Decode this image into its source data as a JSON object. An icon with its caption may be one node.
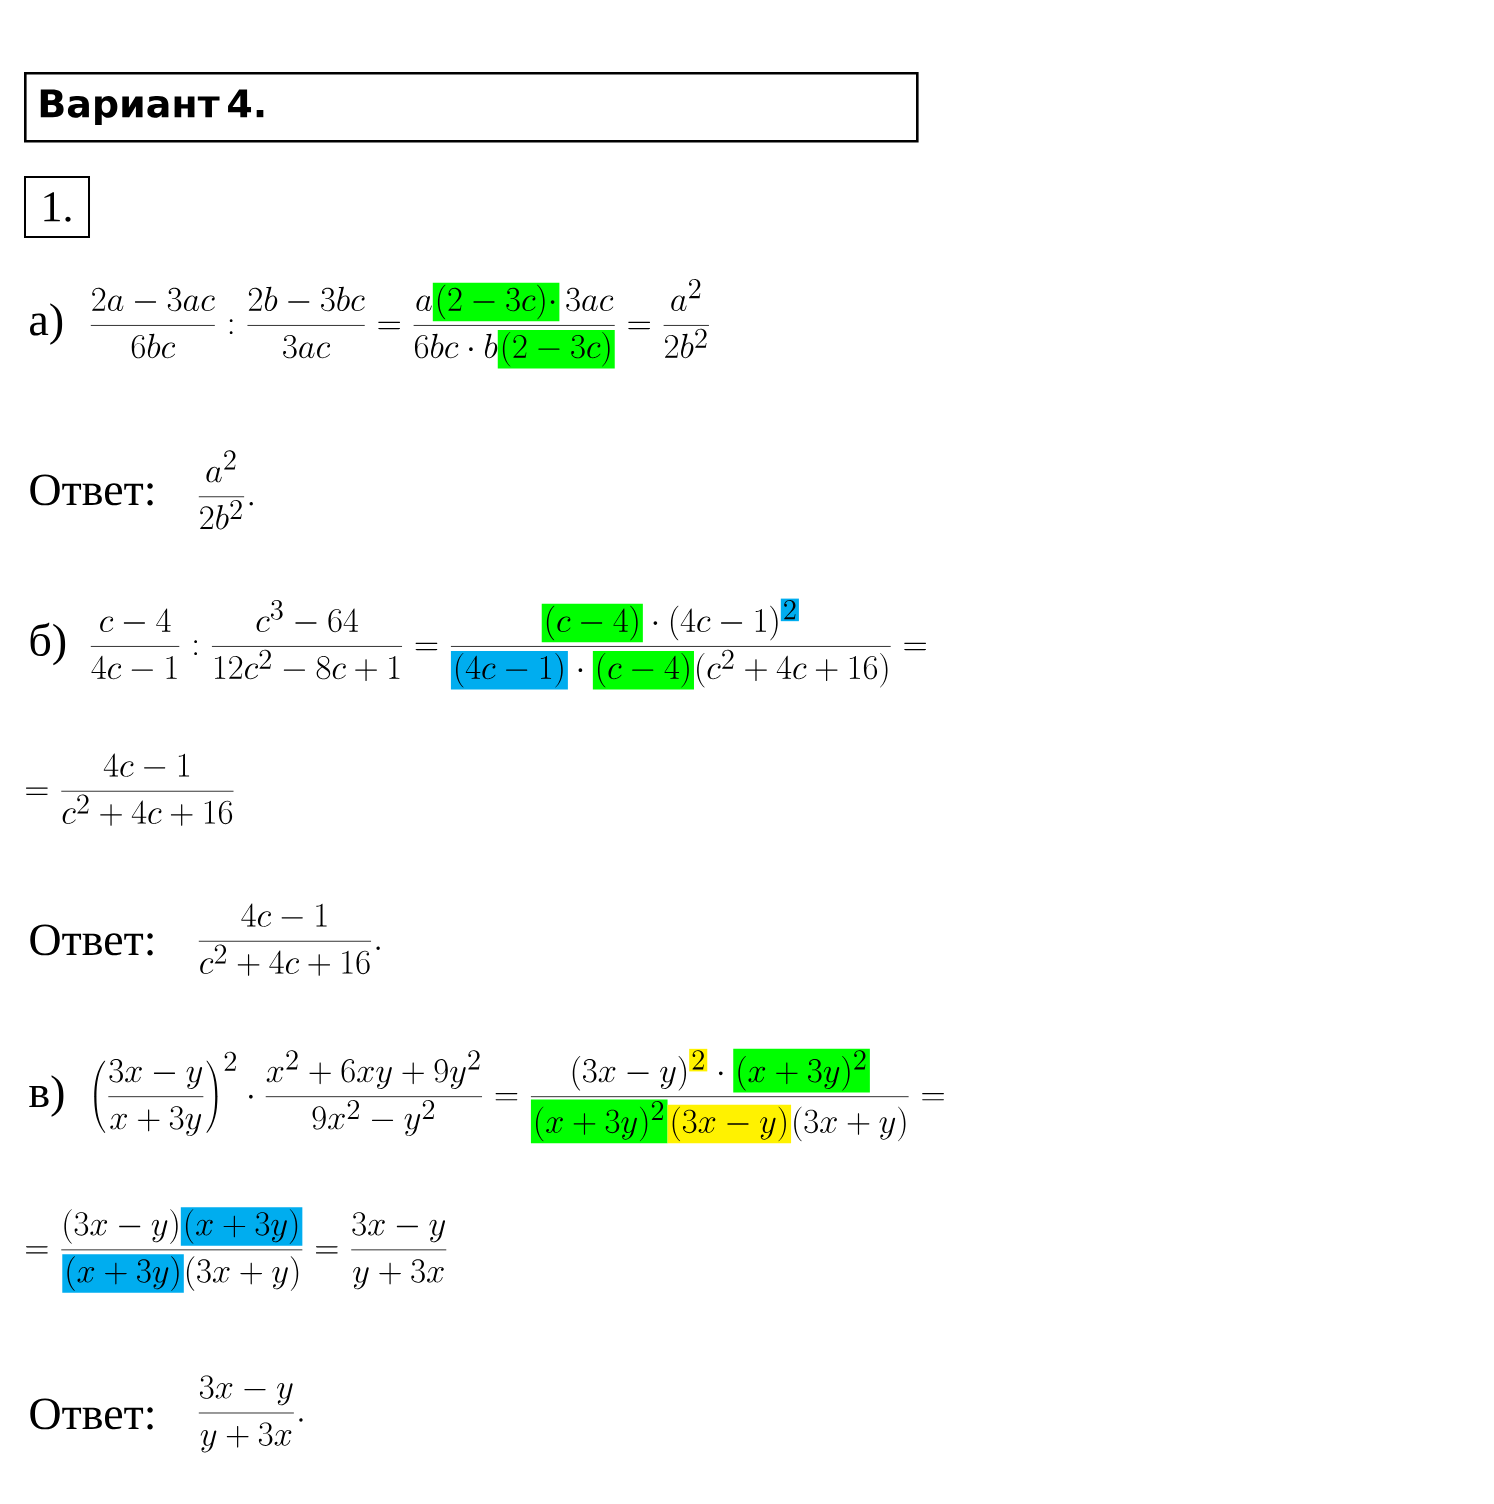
{
  "diagram": {
    "nodes": [
      {
        "text": [
          "Вариант 4."
        ]
      },
      {
        "text": [
          "1."
        ]
      }
    ],
    "labels": [
      "а)",
      "\\frac{2a-3ac}{6bc}:\\frac{2b-3bc}{3ac}=\\frac{a\\colorbox{green}{$(2-3c)\\cdot$}\\,3ac}{6bc\\cdot b\\colorbox{green}{$(2-3c)$}}=\\frac{a^2}{2b^2}",
      "Ответ:",
      "\\frac{a^2}{2b^2}.",
      "б)",
      "\\frac{c-4}{4c-1}:\\frac{c^3-64}{12c^2-8c+1}=\\frac{\\colorbox{green}{$(c-4)$}\\cdot(4c-1)^{\\colorbox{cyan}{$\\scriptstyle 2$}}}{\\colorbox{cyan}{$(4c-1)$}\\cdot\\colorbox{green}{$(c-4)$}(c^2+4c+16)}=",
      "=\\frac{4c-1}{c^2+4c+16}",
      "Ответ:",
      "\\frac{4c-1}{c^2+4c+16}.",
      "в)",
      "\\left(\\frac{3x-y}{x+3y}\\right)^2\\cdot\\frac{x^2+6xy+9y^2}{9x^2-y^2}=\\frac{(3x-y)^{\\colorbox{yellow}{$\\scriptstyle 2$}}\\cdot\\colorbox{green}{$(x+3y)^2$}}{\\colorbox{green}{$(x+3y)^2$}\\colorbox{yellow}{$(3x-y)$}(3x+y)}=",
      "=\\frac{(3x-y)\\colorbox{cyan}{$(x+3y)$}}{\\colorbox{cyan}{$(x+3y)$}(3x+y)}=\\frac{3x-y}{y+3x}",
      "Ответ:",
      "\\frac{3x-y}{y+3x}."
    ]
  }
}
